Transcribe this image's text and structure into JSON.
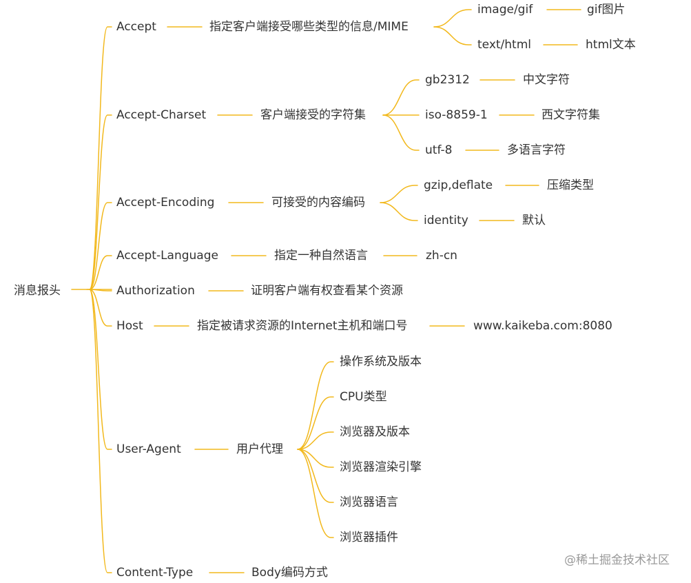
{
  "colors": {
    "branch": "#F2B81B",
    "text": "#333333",
    "watermark": "#9A9A9A"
  },
  "mindmap": {
    "root": "消息报头",
    "headers": [
      {
        "label": "Accept",
        "desc": "指定客户端接受哪些类型的信息/MIME",
        "values": [
          {
            "label": "image/gif",
            "note": "gif图片"
          },
          {
            "label": "text/html",
            "note": "html文本"
          }
        ]
      },
      {
        "label": "Accept-Charset",
        "desc": "客户端接受的字符集",
        "values": [
          {
            "label": "gb2312",
            "note": "中文字符"
          },
          {
            "label": "iso-8859-1",
            "note": "西文字符集"
          },
          {
            "label": "utf-8",
            "note": "多语言字符"
          }
        ]
      },
      {
        "label": "Accept-Encoding",
        "desc": "可接受的内容编码",
        "values": [
          {
            "label": "gzip,deflate",
            "note": "压缩类型"
          },
          {
            "label": "identity",
            "note": "默认"
          }
        ]
      },
      {
        "label": "Accept-Language",
        "desc": "指定一种自然语言",
        "values": [
          {
            "label": "zh-cn"
          }
        ]
      },
      {
        "label": "Authorization",
        "desc": "证明客户端有权查看某个资源",
        "values": []
      },
      {
        "label": "Host",
        "desc": "指定被请求资源的Internet主机和端口号",
        "values": [
          {
            "label": "www.kaikeba.com:8080"
          }
        ]
      },
      {
        "label": "User-Agent",
        "desc": "用户代理",
        "values": [
          {
            "label": "操作系统及版本"
          },
          {
            "label": "CPU类型"
          },
          {
            "label": "浏览器及版本"
          },
          {
            "label": "浏览器渲染引擎"
          },
          {
            "label": "浏览器语言"
          },
          {
            "label": "浏览器插件"
          }
        ]
      },
      {
        "label": "Content-Type",
        "desc": "Body编码方式",
        "values": []
      }
    ]
  },
  "watermark": "@稀土掘金技术社区"
}
